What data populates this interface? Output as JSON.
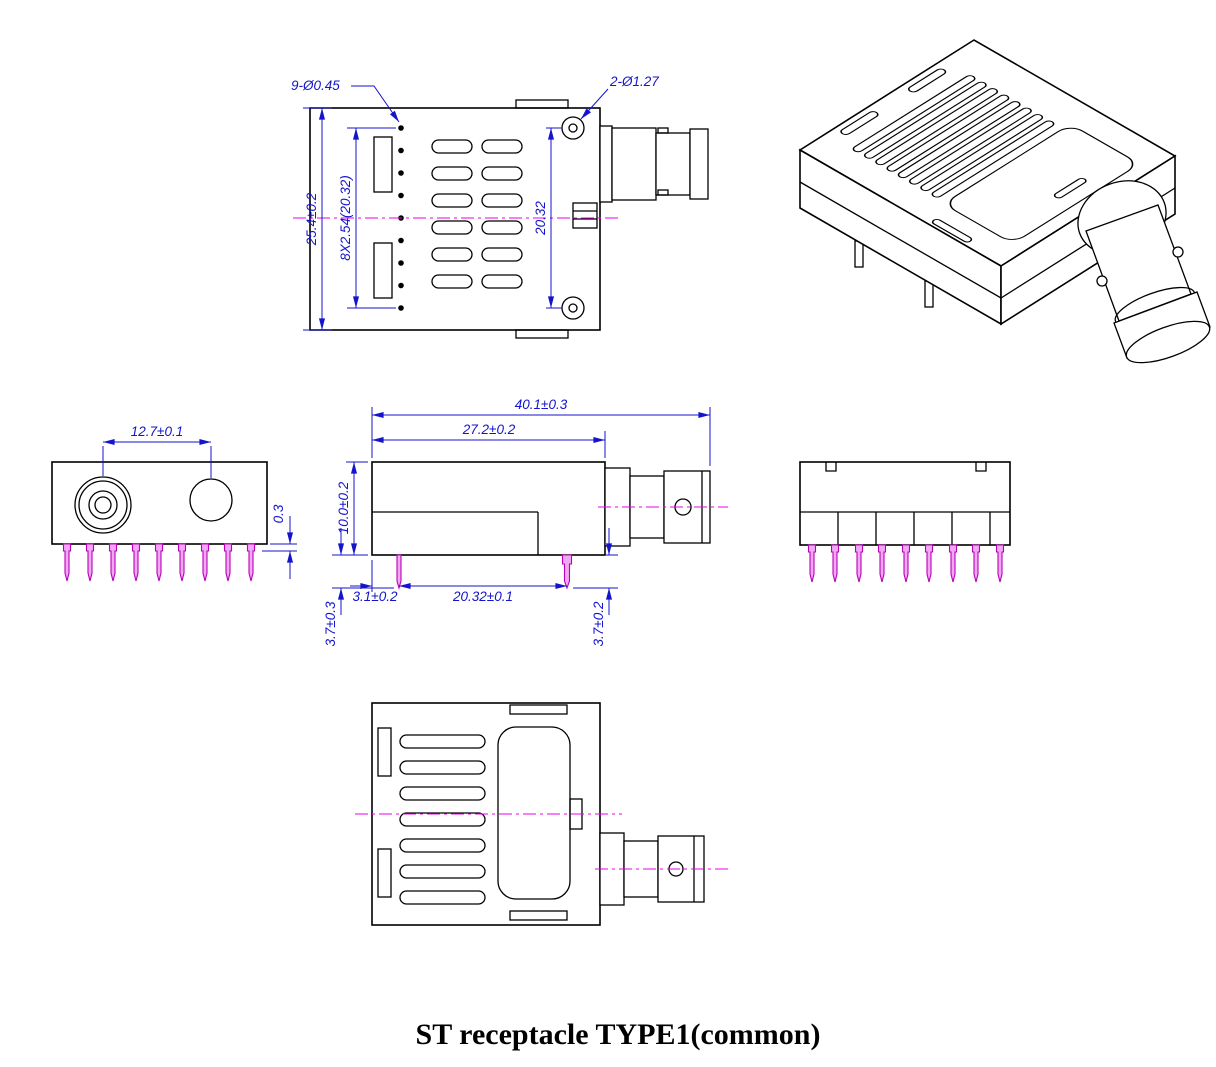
{
  "title": "ST receptacle TYPE1(common)",
  "colors": {
    "outline": "#000000",
    "dimension": "#1414cc",
    "centerline": "#e800e8",
    "pin_fill": "#f0a8f0",
    "pin_stroke": "#bb00bb",
    "background": "#ffffff"
  },
  "views": {
    "top": {
      "callout_pcb_holes": "9-Ø0.45",
      "callout_mounting_holes": "2-Ø1.27",
      "dim_body_width": "25.4±0.2",
      "dim_pin_pitch": "8X2.54(20.32)",
      "dim_mount_hole_span": "20.32"
    },
    "front": {
      "dim_port_spacing": "12.7±0.1",
      "dim_standoff": "0.3"
    },
    "side": {
      "dim_overall_length": "40.1±0.3",
      "dim_body_length": "27.2±0.2",
      "dim_body_height": "10.0±0.2",
      "dim_pin_setback": "3.1±0.2",
      "dim_pin_row_length": "20.32±0.1",
      "dim_pin_protrusion_front": "3.7±0.3",
      "dim_pin_protrusion_rear": "3.7±0.2"
    }
  }
}
